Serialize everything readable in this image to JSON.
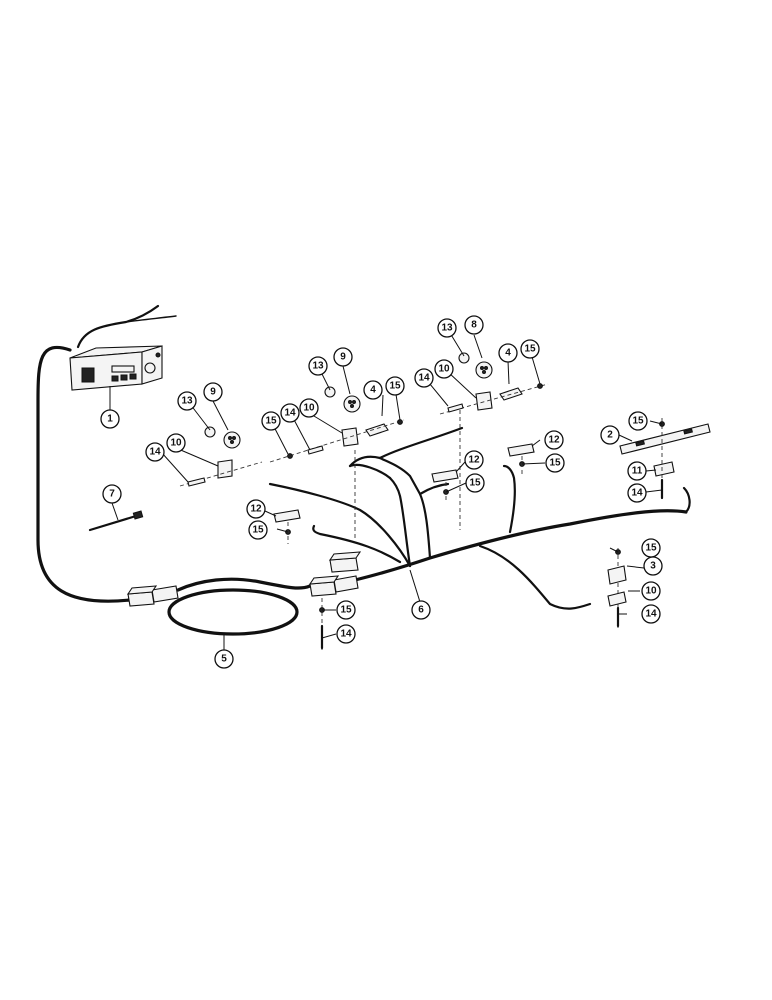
{
  "callouts": [
    {
      "label": "1"
    },
    {
      "label": "2"
    },
    {
      "label": "3"
    },
    {
      "label": "4"
    },
    {
      "label": "4"
    },
    {
      "label": "5"
    },
    {
      "label": "6"
    },
    {
      "label": "7"
    },
    {
      "label": "8"
    },
    {
      "label": "9"
    },
    {
      "label": "9"
    },
    {
      "label": "10"
    },
    {
      "label": "10"
    },
    {
      "label": "10"
    },
    {
      "label": "10"
    },
    {
      "label": "11"
    },
    {
      "label": "12"
    },
    {
      "label": "12"
    },
    {
      "label": "12"
    },
    {
      "label": "13"
    },
    {
      "label": "13"
    },
    {
      "label": "13"
    },
    {
      "label": "14"
    },
    {
      "label": "14"
    },
    {
      "label": "14"
    },
    {
      "label": "14"
    },
    {
      "label": "14"
    },
    {
      "label": "14"
    },
    {
      "label": "15"
    },
    {
      "label": "15"
    },
    {
      "label": "15"
    },
    {
      "label": "15"
    },
    {
      "label": "15"
    },
    {
      "label": "15"
    },
    {
      "label": "15"
    },
    {
      "label": "15"
    },
    {
      "label": "15"
    }
  ]
}
